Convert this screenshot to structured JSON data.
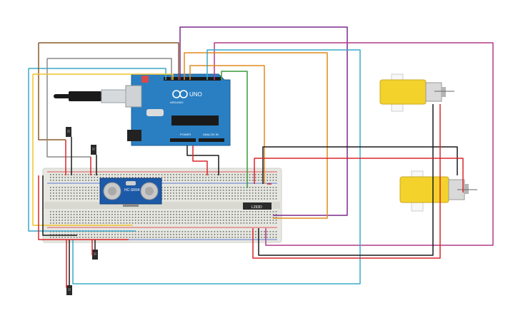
{
  "arduino": {
    "brand": "ARDUINO",
    "model": "UNO",
    "power_label": "POWER",
    "analog_label": "ANALOG IN"
  },
  "ultrasonic": {
    "model": "HC-SR04"
  },
  "driver_ic": {
    "label": "L293D"
  },
  "colors": {
    "canvas": "#ffffff",
    "breadboard": "#e7e7e2",
    "arduino_board": "#2a7fc2",
    "motor_body": "#f3d22c",
    "sensor_board": "#1c5aa8",
    "wire_red": "#d8262a",
    "wire_black": "#1a1a1a",
    "wire_brown": "#8a5a2b",
    "wire_purple": "#7a2a8c",
    "wire_magenta": "#b23a8a",
    "wire_orange": "#e08a1c",
    "wire_cyan": "#3aa8c8",
    "wire_green": "#3a9a3a",
    "wire_gray": "#8a8a8a",
    "wire_yellow": "#f2c22c"
  },
  "components": {
    "arduino": "arduino-uno-board",
    "usb": "usb-cable",
    "breadboard": "breadboard",
    "sensor": "ultrasonic-sensor",
    "motors": [
      "dc-gear-motor",
      "dc-gear-motor"
    ],
    "buttons": [
      "pushbutton",
      "pushbutton",
      "pushbutton",
      "pushbutton"
    ],
    "ic": "motor-driver-ic"
  }
}
